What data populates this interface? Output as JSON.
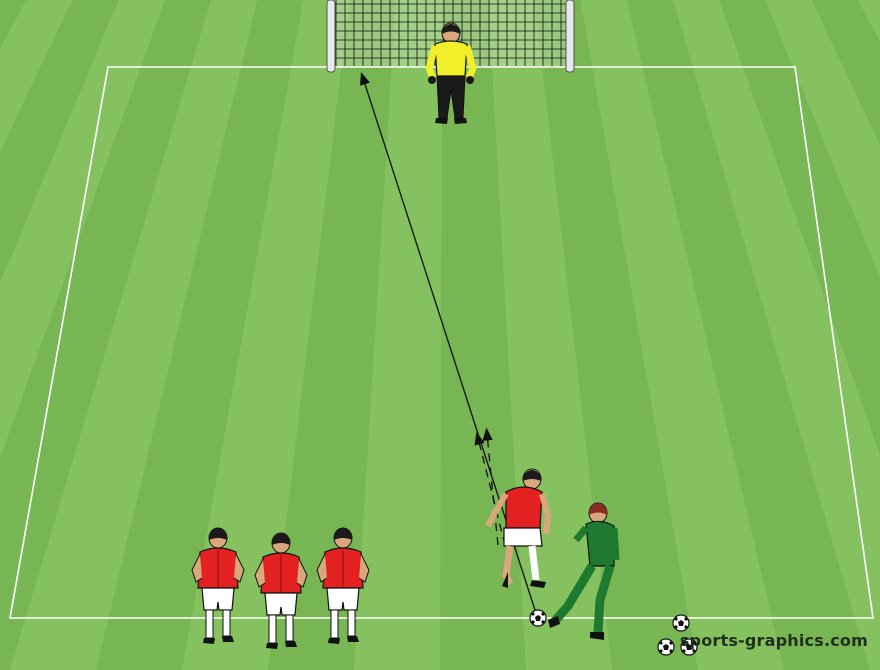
{
  "diagram": {
    "watermark": "sports-graphics.com",
    "colors": {
      "grass_light": "#85c25f",
      "grass_dark": "#77b653",
      "lines": "#ffffff",
      "attacker_shirt": "#e32121",
      "attacker_shorts": "#ffffff",
      "goalkeeper_shirt": "#f2ee2a",
      "goalkeeper_pants": "#1a1a1a",
      "coach_tracksuit": "#1e7a2e",
      "ball": "#ffffff",
      "arrow": "#111111"
    },
    "elements": {
      "goal": "goal-with-net",
      "goalkeeper": "goalkeeper-yellow",
      "waiting_players": [
        "player-1",
        "player-2",
        "player-3"
      ],
      "shooter": "player-shooting",
      "server": "coach-passer",
      "ball_pile": "spare-balls"
    },
    "arrows": {
      "shot": "solid-ball-path-to-goal",
      "run": "dashed-player-run"
    }
  }
}
